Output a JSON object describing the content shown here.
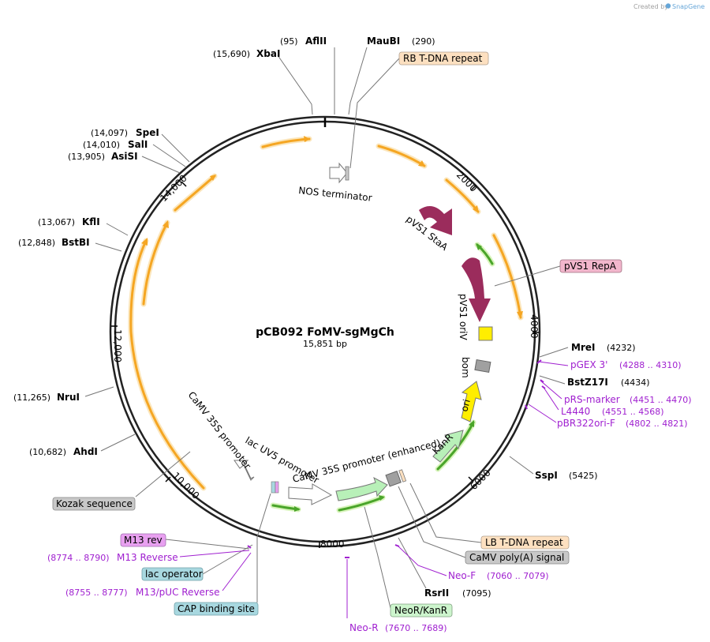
{
  "credit": {
    "prefix": "Created by",
    "brand": "SnapGene"
  },
  "plasmid": {
    "name": "pCB092 FoMV-sgMgCh",
    "length": "15,851 bp"
  },
  "ticks": [
    "2000",
    "4000",
    "6000",
    "8000",
    "10,000",
    "12,000",
    "14,000"
  ],
  "enzymes": [
    {
      "name": "AflII",
      "pos": "(95)"
    },
    {
      "name": "MauBI",
      "pos": "(290)"
    },
    {
      "name": "XbaI",
      "pos": "(15,690)"
    },
    {
      "name": "SpeI",
      "pos": "(14,097)"
    },
    {
      "name": "SalI",
      "pos": "(14,010)"
    },
    {
      "name": "AsiSI",
      "pos": "(13,905)"
    },
    {
      "name": "KflI",
      "pos": "(13,067)"
    },
    {
      "name": "BstBI",
      "pos": "(12,848)"
    },
    {
      "name": "NruI",
      "pos": "(11,265)"
    },
    {
      "name": "AhdI",
      "pos": "(10,682)"
    },
    {
      "name": "MreI",
      "pos": "(4232)"
    },
    {
      "name": "BstZ17I",
      "pos": "(4434)"
    },
    {
      "name": "SspI",
      "pos": "(5425)"
    },
    {
      "name": "RsrII",
      "pos": "(7095)"
    }
  ],
  "primers": [
    {
      "name": "pGEX 3'",
      "pos": "(4288 .. 4310)"
    },
    {
      "name": "pRS-marker",
      "pos": "(4451 .. 4470)"
    },
    {
      "name": "L4440",
      "pos": "(4551 .. 4568)"
    },
    {
      "name": "pBR322ori-F",
      "pos": "(4802 .. 4821)"
    },
    {
      "name": "Neo-F",
      "pos": "(7060 .. 7079)"
    },
    {
      "name": "Neo-R",
      "pos": "(7670 .. 7689)"
    },
    {
      "name": "M13 Reverse",
      "pos": "(8774 .. 8790)"
    },
    {
      "name": "M13/pUC Reverse",
      "pos": "(8755 .. 8777)"
    }
  ],
  "boxed_features": [
    {
      "name": "RB T-DNA repeat",
      "color": "#fde0c0"
    },
    {
      "name": "pVS1 RepA",
      "color": "#f2b6cc"
    },
    {
      "name": "LB T-DNA repeat",
      "color": "#fde0c0"
    },
    {
      "name": "CaMV poly(A) signal",
      "color": "#c8c8c8"
    },
    {
      "name": "NeoR/KanR",
      "color": "#cdf5cd"
    },
    {
      "name": "Kozak sequence",
      "color": "#c8c8c8"
    },
    {
      "name": "M13 rev",
      "color": "#e8a0f0"
    },
    {
      "name": "lac operator",
      "color": "#a8d8e0"
    },
    {
      "name": "CAP binding site",
      "color": "#a8d8e0"
    }
  ],
  "inner_features": {
    "nos_terminator": "NOS terminator",
    "pvs1_staa": "pVS1 StaA",
    "pvs1_oriv": "pVS1 oriV",
    "bom": "bom",
    "ori": "ori",
    "kanr": "KanR",
    "camv35s_enh": "CaMV 35S promoter (enhanced)",
    "lac_uv5": "lac UV5 promoter",
    "camv35s": "CaMV 35S promoter"
  },
  "colors": {
    "orf": "#f5a623",
    "staa": "#9b2c5c",
    "oriv": "#ffee00",
    "ori": "#ffee00",
    "bom": "#a0a0a0",
    "kanr": "#b8f0b8",
    "primer": "#a020d0"
  }
}
